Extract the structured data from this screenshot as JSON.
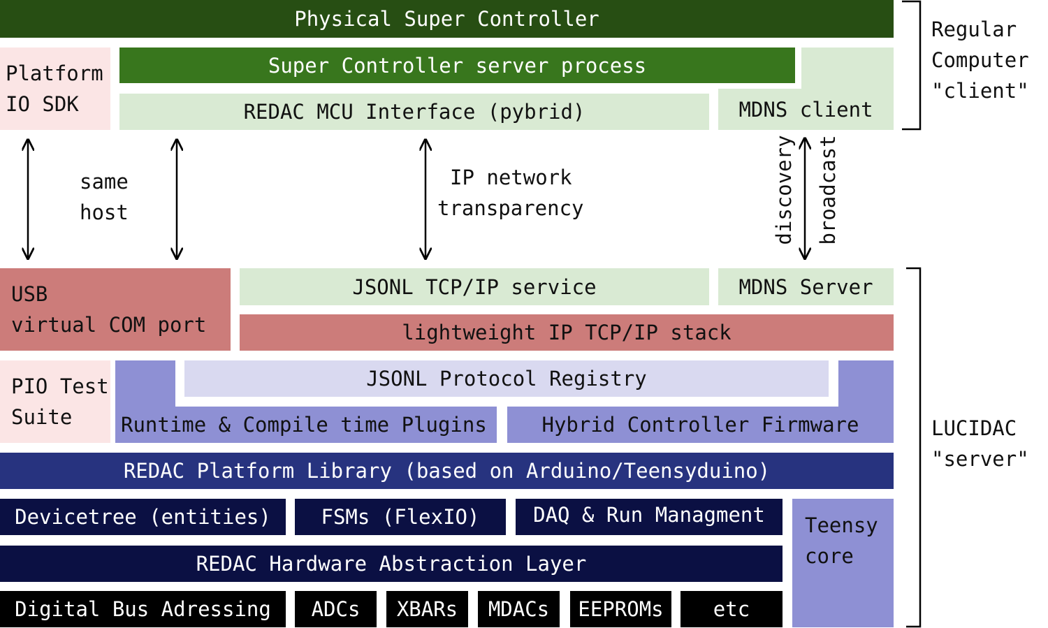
{
  "client": {
    "physical_super_controller": "Physical Super Controller",
    "platformio_sdk": [
      "Platform",
      "IO SDK"
    ],
    "super_controller_server": "Super Controller server process",
    "redac_mcu_interface": "REDAC MCU Interface (pybrid)",
    "mdns_client": "MDNS client",
    "label": [
      "Regular",
      "Computer",
      "\"client\""
    ]
  },
  "links": {
    "same_host": [
      "same",
      "host"
    ],
    "ip_network": [
      "IP network",
      "transparency"
    ],
    "discovery": "discovery",
    "broadcast": "broadcast"
  },
  "server": {
    "usb_com_port": [
      "USB",
      "virtual COM port"
    ],
    "jsonl_tcp_service": "JSONL TCP/IP service",
    "mdns_server": "MDNS Server",
    "lwip_stack": "lightweight IP TCP/IP stack",
    "pio_test_suite": [
      "PIO Test",
      "Suite"
    ],
    "jsonl_protocol_registry": "JSONL Protocol Registry",
    "runtime_plugins": "Runtime & Compile time Plugins",
    "hybrid_controller_firmware": "Hybrid Controller Firmware",
    "platform_library": "REDAC Platform Library (based on Arduino/Teensyduino)",
    "devicetree": "Devicetree (entities)",
    "fsms": "FSMs (FlexIO)",
    "daq": "DAQ & Run Managment",
    "teensy_core": [
      "Teensy",
      "core"
    ],
    "hal": "REDAC Hardware Abstraction Layer",
    "digital_bus": "Digital Bus Adressing",
    "adcs": "ADCs",
    "xbars": "XBARs",
    "mdacs": "MDACs",
    "eeproms": "EEPROMs",
    "etc": "etc",
    "label": [
      "LUCIDAC",
      "\"server\""
    ]
  },
  "colors": {
    "dark_green": "#274e13",
    "green": "#38761d",
    "light_green": "#d9ead3",
    "pink": "#fbe5e5",
    "red": "#cc7c7a",
    "lavender": "#d9d9f0",
    "periwinkle": "#8e90d4",
    "navy": "#27337f",
    "dark_navy": "#0b1043",
    "black": "#000000"
  }
}
